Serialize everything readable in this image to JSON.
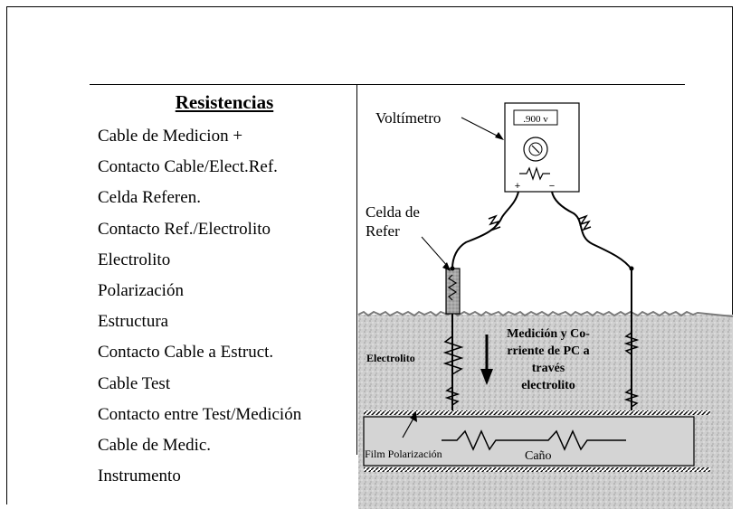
{
  "resistances": {
    "title": "Resistencias",
    "items": [
      "Cable de Medicion +",
      "Contacto Cable/Elect.Ref.",
      "Celda Referen.",
      "Contacto Ref./Electrolito",
      "Electrolito",
      "Polarización",
      "Estructura",
      "Contacto Cable a Estruct.",
      "Cable Test",
      "Contacto entre Test/Medición",
      "Cable de Medic.",
      "Instrumento"
    ]
  },
  "diagram": {
    "voltmeter_label": "Voltímetro",
    "voltmeter_reading": ".900 v",
    "plus_sign": "+",
    "minus_sign": "−",
    "ref_cell_label_line1": "Celda de",
    "ref_cell_label_line2": "Refer",
    "electrolyte_label": "Electrolito",
    "current_label_line1": "Medición y Co-",
    "current_label_line2": "rriente de PC a",
    "current_label_line3": "través",
    "current_label_line4": "electrolito",
    "film_label": "Film Polarización",
    "pipe_label": "Caño"
  },
  "colors": {
    "soil": "#cfcfcf",
    "pipe": "#d4d4d4",
    "line": "#000000"
  }
}
